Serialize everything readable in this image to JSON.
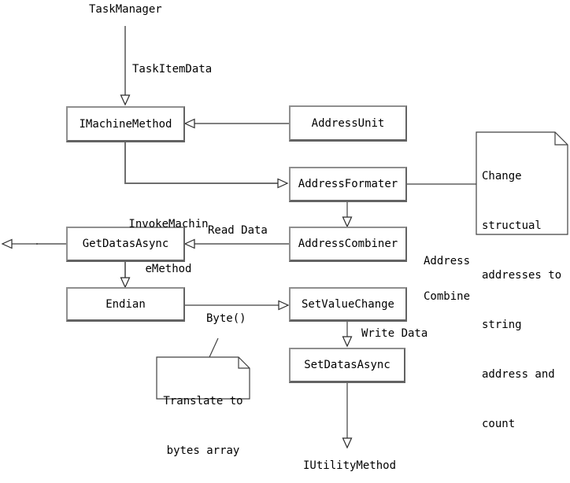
{
  "diagram": {
    "start_label": "TaskManager",
    "end_label": "IUtilityMethod",
    "nodes": {
      "imachinemethod": "IMachineMethod",
      "addressunit": "AddressUnit",
      "addressformater": "AddressFormater",
      "addresscombiner": "AddressCombiner",
      "getdatasasync": "GetDatasAsync",
      "endian": "Endian",
      "setvaluechange": "SetValueChange",
      "setdatasasync": "SetDatasAsync"
    },
    "edge_labels": {
      "task_item_data": "TaskItemData",
      "invoke_machine_method": {
        "lines": [
          "InvokeMachin",
          "eMethod"
        ]
      },
      "read_data": "Read Data",
      "address_combine": {
        "lines": [
          "Address",
          "Combine"
        ]
      },
      "byte_call": "Byte()",
      "write_data": "Write Data"
    },
    "notes": {
      "change_addresses": {
        "lines": [
          "Change",
          "structual",
          "addresses to",
          "string",
          "address and",
          "count"
        ]
      },
      "translate_bytes": {
        "lines": [
          "Translate to",
          "bytes array"
        ]
      }
    },
    "colors": {
      "background": "#ffffff",
      "box_border_light": "#8f8f8f",
      "box_border_dark": "#636363",
      "connector_gray": "#808080",
      "connector_dark": "#404040",
      "text": "#000000"
    }
  }
}
